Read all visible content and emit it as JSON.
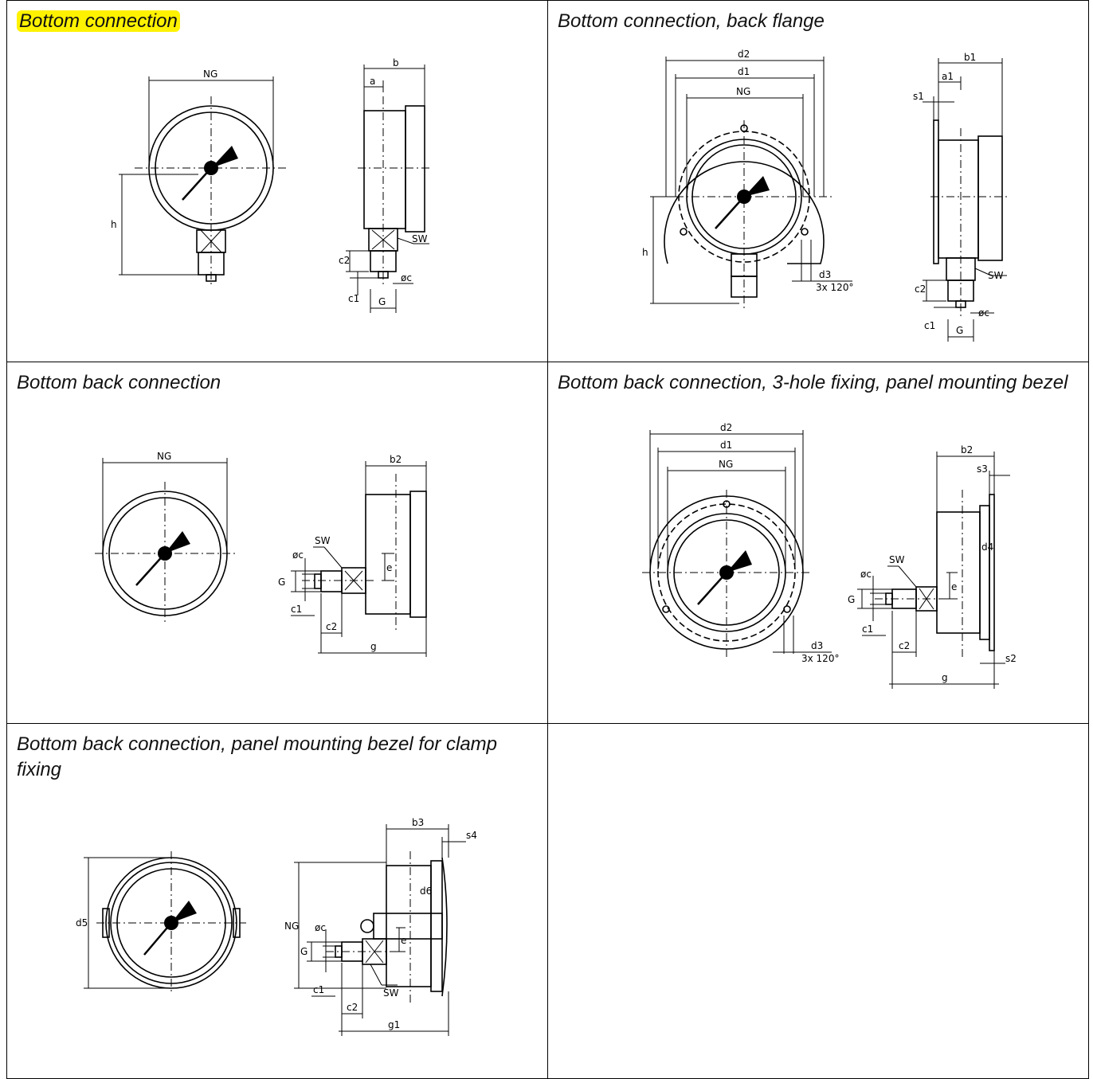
{
  "panels": [
    {
      "caption": "Bottom connection",
      "highlight": "#fff200"
    },
    {
      "caption": "Bottom connection, back flange"
    },
    {
      "caption": "Bottom back connection"
    },
    {
      "caption": "Bottom back connection, 3-hole fixing, panel mounting bezel"
    },
    {
      "caption": "Bottom back connection, panel mounting bezel for clamp fixing"
    },
    {
      "caption": ""
    }
  ],
  "labels": {
    "NG": "NG",
    "h": "h",
    "a": "a",
    "b": "b",
    "SW": "SW",
    "c1": "c1",
    "c2": "c2",
    "G": "G",
    "phic": "øc",
    "d1": "d1",
    "d2": "d2",
    "d3": "d3",
    "d3note": "3x 120°",
    "a1": "a1",
    "b1": "b1",
    "s1": "s1",
    "b2": "b2",
    "e": "e",
    "g": "g",
    "s2": "s2",
    "s3": "s3",
    "d4": "d4",
    "b3": "b3",
    "s4": "s4",
    "d5": "d5",
    "d6": "d6",
    "g1": "g1"
  }
}
